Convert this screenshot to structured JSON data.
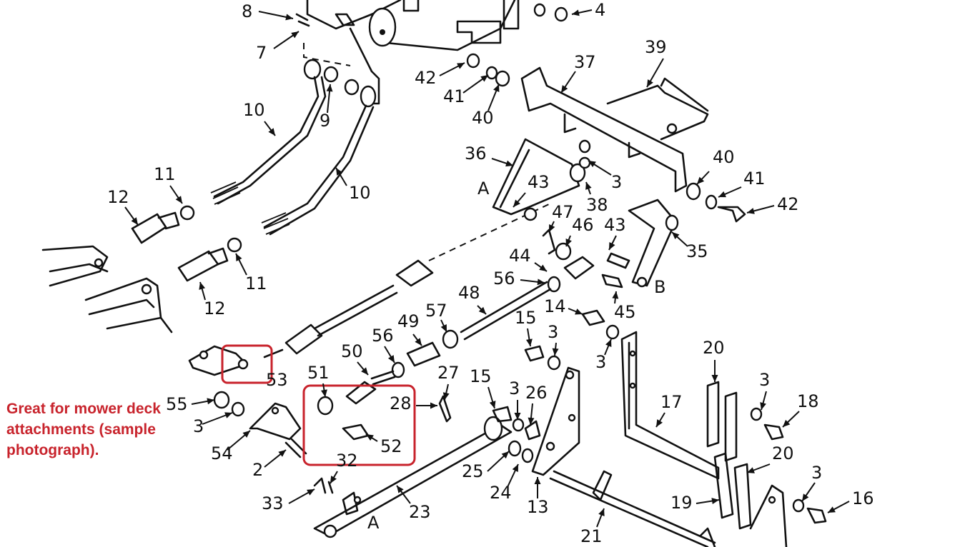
{
  "caption": "Great for mower deck attachments (sample photograph).",
  "colors": {
    "ink": "#111111",
    "highlight": "#c8232c",
    "background": "#ffffff"
  },
  "callouts": [
    {
      "id": "c1",
      "text": "8"
    },
    {
      "id": "c2",
      "text": "7"
    },
    {
      "id": "c3",
      "text": "4"
    },
    {
      "id": "c4",
      "text": "39"
    },
    {
      "id": "c5",
      "text": "37"
    },
    {
      "id": "c6",
      "text": "42"
    },
    {
      "id": "c7",
      "text": "41"
    },
    {
      "id": "c8",
      "text": "40"
    },
    {
      "id": "c9",
      "text": "10"
    },
    {
      "id": "c10",
      "text": "9"
    },
    {
      "id": "c11",
      "text": "36"
    },
    {
      "id": "c12",
      "text": "3"
    },
    {
      "id": "c13",
      "text": "40"
    },
    {
      "id": "c14",
      "text": "41"
    },
    {
      "id": "c15",
      "text": "42"
    },
    {
      "id": "c16",
      "text": "11"
    },
    {
      "id": "c17",
      "text": "12"
    },
    {
      "id": "c18",
      "text": "10"
    },
    {
      "id": "c19",
      "text": "A"
    },
    {
      "id": "c20",
      "text": "43"
    },
    {
      "id": "c21",
      "text": "38"
    },
    {
      "id": "c22",
      "text": "47"
    },
    {
      "id": "c23",
      "text": "46"
    },
    {
      "id": "c24",
      "text": "43"
    },
    {
      "id": "c25",
      "text": "35"
    },
    {
      "id": "c26",
      "text": "44"
    },
    {
      "id": "c27",
      "text": "56"
    },
    {
      "id": "c28",
      "text": "B"
    },
    {
      "id": "c29",
      "text": "11"
    },
    {
      "id": "c30",
      "text": "12"
    },
    {
      "id": "c31",
      "text": "48"
    },
    {
      "id": "c32",
      "text": "14"
    },
    {
      "id": "c33",
      "text": "45"
    },
    {
      "id": "c34",
      "text": "57"
    },
    {
      "id": "c35",
      "text": "15"
    },
    {
      "id": "c36",
      "text": "3"
    },
    {
      "id": "c37",
      "text": "49"
    },
    {
      "id": "c38",
      "text": "56"
    },
    {
      "id": "c39",
      "text": "3"
    },
    {
      "id": "c40",
      "text": "50"
    },
    {
      "id": "c41",
      "text": "20"
    },
    {
      "id": "c42",
      "text": "53"
    },
    {
      "id": "c43",
      "text": "51"
    },
    {
      "id": "c44",
      "text": "27"
    },
    {
      "id": "c45",
      "text": "15"
    },
    {
      "id": "c46",
      "text": "3"
    },
    {
      "id": "c47",
      "text": "26"
    },
    {
      "id": "c48",
      "text": "3"
    },
    {
      "id": "c49",
      "text": "18"
    },
    {
      "id": "c50",
      "text": "55"
    },
    {
      "id": "c51",
      "text": "28"
    },
    {
      "id": "c52",
      "text": "17"
    },
    {
      "id": "c53",
      "text": "3"
    },
    {
      "id": "c54",
      "text": "52"
    },
    {
      "id": "c55",
      "text": "54"
    },
    {
      "id": "c56",
      "text": "2"
    },
    {
      "id": "c57",
      "text": "32"
    },
    {
      "id": "c58",
      "text": "25"
    },
    {
      "id": "c59",
      "text": "20"
    },
    {
      "id": "c60",
      "text": "24"
    },
    {
      "id": "c61",
      "text": "3"
    },
    {
      "id": "c62",
      "text": "19"
    },
    {
      "id": "c63",
      "text": "16"
    },
    {
      "id": "c64",
      "text": "33"
    },
    {
      "id": "c65",
      "text": "23"
    },
    {
      "id": "c66",
      "text": "A"
    },
    {
      "id": "c67",
      "text": "13"
    },
    {
      "id": "c68",
      "text": "21"
    }
  ]
}
